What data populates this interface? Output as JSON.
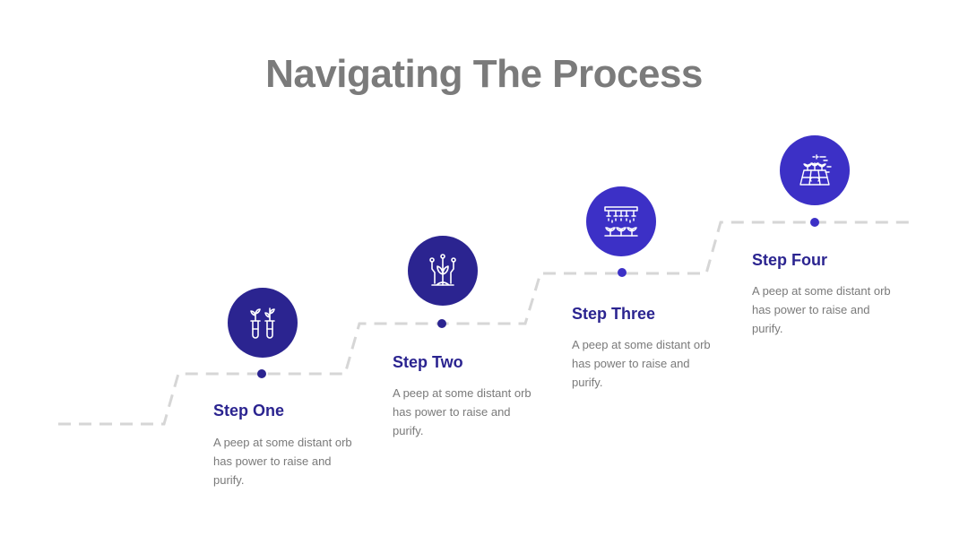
{
  "title": "Navigating The Process",
  "colors": {
    "dark_circle": "#2b2490",
    "bright_circle": "#3c30c6",
    "step_title": "#2b2490",
    "desc": "#7a7a7a",
    "title": "#7b7b7b",
    "path": "#d6d6d6"
  },
  "steps": [
    {
      "title": "Step One",
      "description": "A peep at some distant orb has power to raise and purify.",
      "icon": "test-tubes-plants-icon"
    },
    {
      "title": "Step Two",
      "description": "A peep at some distant orb has power to raise and purify.",
      "icon": "circuit-plant-icon"
    },
    {
      "title": "Step Three",
      "description": "A peep at some distant orb has power to raise and purify.",
      "icon": "irrigation-plants-icon"
    },
    {
      "title": "Step Four",
      "description": "A peep at some distant orb has power to raise and purify.",
      "icon": "smart-farm-field-icon"
    }
  ]
}
